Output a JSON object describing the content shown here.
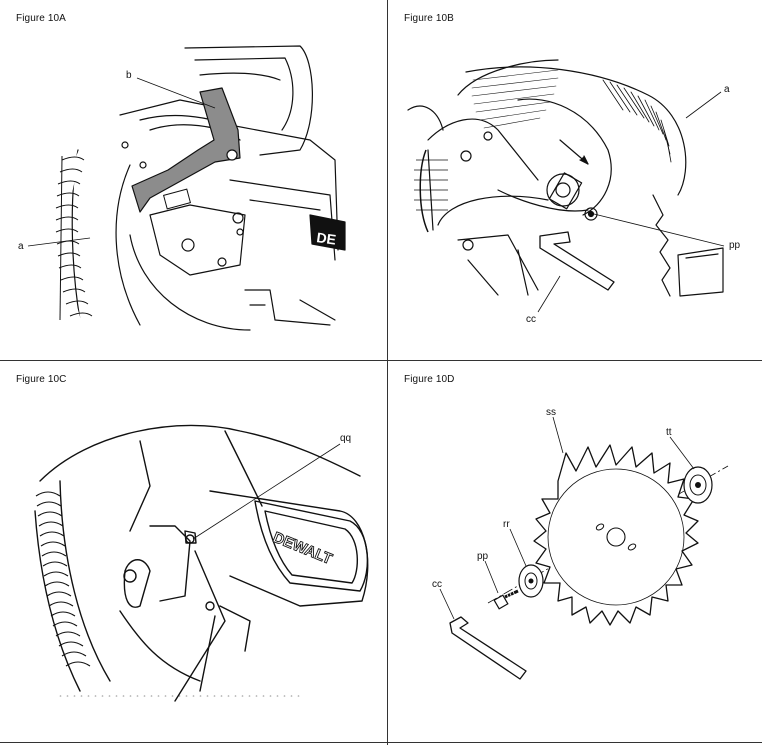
{
  "figures": {
    "a": {
      "title": "Figure 10A",
      "labels": {
        "a": "a",
        "b": "b"
      }
    },
    "b": {
      "title": "Figure 10B",
      "labels": {
        "a": "a",
        "pp": "pp",
        "cc": "cc"
      }
    },
    "c": {
      "title": "Figure 10C",
      "labels": {
        "qq": "qq"
      },
      "brand": "DEWALT"
    },
    "d": {
      "title": "Figure 10D",
      "labels": {
        "ss": "ss",
        "tt": "tt",
        "rr": "rr",
        "pp": "pp",
        "cc": "cc"
      }
    }
  },
  "brand_partial": "DE"
}
